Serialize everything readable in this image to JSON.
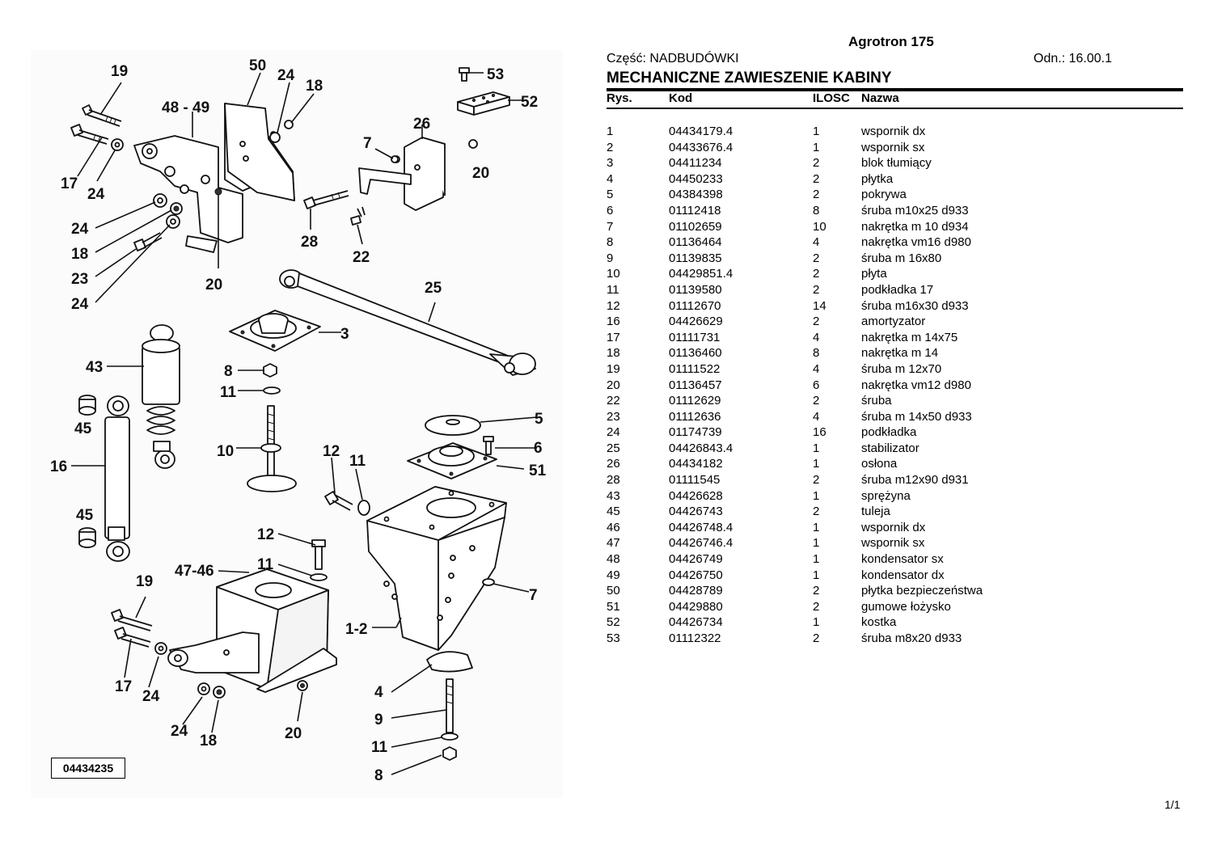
{
  "header": {
    "title": "Agrotron 175",
    "part_label": "Część: NADBUDÓWKI",
    "odn_label": "Odn.: 16.00.1",
    "heading": "MECHANICZNE ZAWIESZENIE KABINY"
  },
  "table": {
    "columns": [
      "Rys.",
      "Kod",
      "ILOSC",
      "Nazwa"
    ],
    "rows": [
      [
        "1",
        "04434179.4",
        "1",
        "wspornik dx"
      ],
      [
        "2",
        "04433676.4",
        "1",
        "wspornik sx"
      ],
      [
        "3",
        "04411234",
        "2",
        "blok tłumiący"
      ],
      [
        "4",
        "04450233",
        "2",
        "płytka"
      ],
      [
        "5",
        "04384398",
        "2",
        "pokrywa"
      ],
      [
        "6",
        "01112418",
        "8",
        "śruba m10x25 d933"
      ],
      [
        "7",
        "01102659",
        "10",
        "nakrętka m 10 d934"
      ],
      [
        "8",
        "01136464",
        "4",
        "nakrętka vm16 d980"
      ],
      [
        "9",
        "01139835",
        "2",
        "śruba m 16x80"
      ],
      [
        "10",
        "04429851.4",
        "2",
        "płyta"
      ],
      [
        "11",
        "01139580",
        "2",
        "podkładka 17"
      ],
      [
        "12",
        "01112670",
        "14",
        "śruba m16x30 d933"
      ],
      [
        "16",
        "04426629",
        "2",
        "amortyzator"
      ],
      [
        "17",
        "01111731",
        "4",
        "nakrętka m 14x75"
      ],
      [
        "18",
        "01136460",
        "8",
        "nakrętka m 14"
      ],
      [
        "19",
        "01111522",
        "4",
        "śruba m 12x70"
      ],
      [
        "20",
        "01136457",
        "6",
        "nakrętka vm12 d980"
      ],
      [
        "22",
        "01112629",
        "2",
        "śruba"
      ],
      [
        "23",
        "01112636",
        "4",
        "śruba m 14x50 d933"
      ],
      [
        "24",
        "01174739",
        "16",
        "podkładka"
      ],
      [
        "25",
        "04426843.4",
        "1",
        "stabilizator"
      ],
      [
        "26",
        "04434182",
        "1",
        "osłona"
      ],
      [
        "28",
        "01111545",
        "2",
        "śruba m12x90 d931"
      ],
      [
        "43",
        "04426628",
        "1",
        "sprężyna"
      ],
      [
        "45",
        "04426743",
        "2",
        "tuleja"
      ],
      [
        "46",
        "04426748.4",
        "1",
        "wspornik dx"
      ],
      [
        "47",
        "04426746.4",
        "1",
        "wspornik sx"
      ],
      [
        "48",
        "04426749",
        "1",
        "kondensator sx"
      ],
      [
        "49",
        "04426750",
        "1",
        "kondensator dx"
      ],
      [
        "50",
        "04428789",
        "2",
        "płytka bezpieczeństwa"
      ],
      [
        "51",
        "04429880",
        "2",
        "gumowe łożysko"
      ],
      [
        "52",
        "04426734",
        "1",
        "kostka"
      ],
      [
        "53",
        "01112322",
        "2",
        "śruba m8x20 d933"
      ]
    ]
  },
  "diagram": {
    "reference": "04434235",
    "callouts": [
      "19",
      "50",
      "24",
      "18",
      "53",
      "52",
      "48 - 49",
      "26",
      "7",
      "17",
      "24",
      "20",
      "24",
      "28",
      "18",
      "22",
      "23",
      "20",
      "25",
      "24",
      "3",
      "43",
      "8",
      "11",
      "45",
      "5",
      "10",
      "12",
      "11",
      "6",
      "16",
      "51",
      "45",
      "12",
      "11",
      "47-46",
      "7",
      "19",
      "1-2",
      "17",
      "24",
      "4",
      "9",
      "24",
      "18",
      "20",
      "11",
      "8"
    ]
  },
  "footer": {
    "page": "1/1"
  }
}
